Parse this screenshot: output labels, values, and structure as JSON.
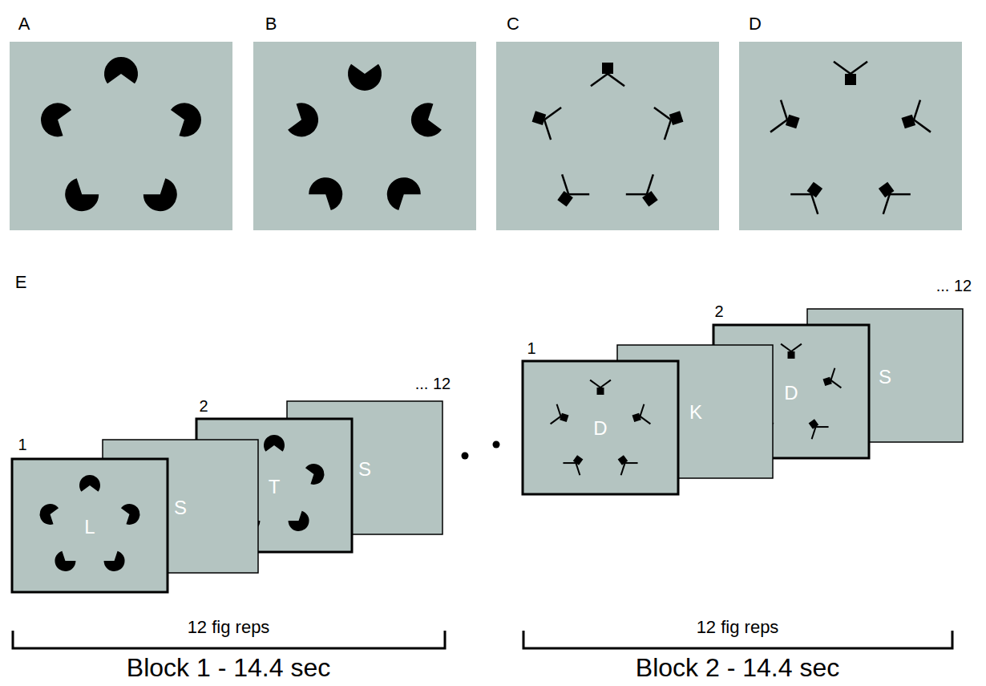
{
  "diagram": {
    "labels": [
      "A",
      "B",
      "C",
      "D",
      "E",
      "L",
      "S",
      "T",
      "S",
      "1",
      "2",
      "... 12",
      "D",
      "K",
      "D",
      "S",
      "1",
      "2",
      "... 12",
      "12 fig reps",
      "Block 1 - 14.4 sec",
      "12 fig reps",
      "Block 2 - 14.4 sec"
    ]
  }
}
